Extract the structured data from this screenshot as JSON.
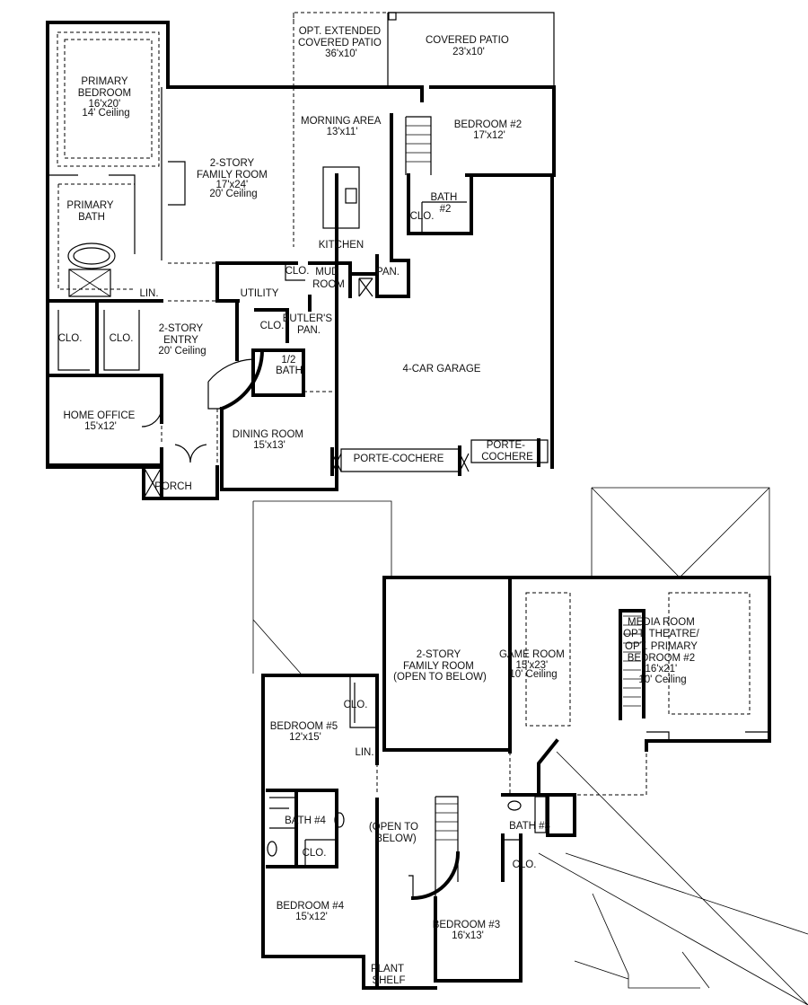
{
  "first_floor": {
    "ext_patio": {
      "name": "OPT. EXTENDED",
      "name2": "COVERED PATIO",
      "size": "36'x10'"
    },
    "covered_patio": {
      "name": "COVERED PATIO",
      "size": "23'x10'"
    },
    "primary_bedroom": {
      "name": "PRIMARY",
      "name2": "BEDROOM",
      "size": "16'x20'",
      "ceiling": "14' Ceiling"
    },
    "family_room": {
      "name": "2-STORY",
      "name2": "FAMILY ROOM",
      "size": "17'x24'",
      "ceiling": "20' Ceiling"
    },
    "morning_area": {
      "name": "MORNING AREA",
      "size": "13'x11'"
    },
    "bedroom2": {
      "name": "BEDROOM #2",
      "size": "17'x12'"
    },
    "primary_bath": {
      "name": "PRIMARY",
      "name2": "BATH"
    },
    "bath2": {
      "name": "BATH",
      "name2": "#2"
    },
    "bath2_closet": "CLO.",
    "kitchen": "KITCHEN",
    "mud_closet": "CLO.",
    "mud_room": {
      "name": "MUD",
      "name2": "ROOM"
    },
    "pantry": "PAN.",
    "linen": "LIN.",
    "utility": "UTILITY",
    "utility_closet": "CLO.",
    "butlers_pantry": {
      "name": "BUTLER'S",
      "name2": "PAN."
    },
    "entry": {
      "name": "2-STORY",
      "name2": "ENTRY",
      "ceiling": "20' Ceiling"
    },
    "primary_closet_1": "CLO.",
    "primary_closet_2": "CLO.",
    "half_bath": {
      "name": "1/2",
      "name2": "BATH"
    },
    "garage": "4-CAR GARAGE",
    "home_office": {
      "name": "HOME OFFICE",
      "size": "15'x12'"
    },
    "dining_room": {
      "name": "DINING ROOM",
      "size": "15'x13'"
    },
    "porte_cochere_1": "PORTE-COCHERE",
    "porte_cochere_2": {
      "name": "PORTE-",
      "name2": "COCHERE"
    },
    "porch": "PORCH"
  },
  "second_floor": {
    "family_room_open": {
      "name": "2-STORY",
      "name2": "FAMILY ROOM",
      "name3": "(OPEN TO BELOW)"
    },
    "game_room": {
      "name": "GAME ROOM",
      "size": "15'x23'",
      "ceiling": "10' Ceiling"
    },
    "media_room": {
      "name": "MEDIA ROOM",
      "name2": "OPT. THEATRE/",
      "name3": "OPT. PRIMARY",
      "name4": "BEDROOM #2",
      "size": "16'x21'",
      "ceiling": "10' Ceiling"
    },
    "bedroom5_closet": "CLO.",
    "bedroom5": {
      "name": "BEDROOM #5",
      "size": "12'x15'"
    },
    "linen": "LIN.",
    "bath4": "BATH #4",
    "bath3": "BATH #3",
    "open_to_below": {
      "name": "(OPEN TO",
      "name2": "BELOW)"
    },
    "bath4_closet": "CLO.",
    "bedroom3_closet": "CLO.",
    "bedroom4": {
      "name": "BEDROOM #4",
      "size": "15'x12'"
    },
    "bedroom3": {
      "name": "BEDROOM #3",
      "size": "16'x13'"
    },
    "plant_shelf": {
      "name": "PLANT",
      "name2": "SHELF"
    }
  }
}
